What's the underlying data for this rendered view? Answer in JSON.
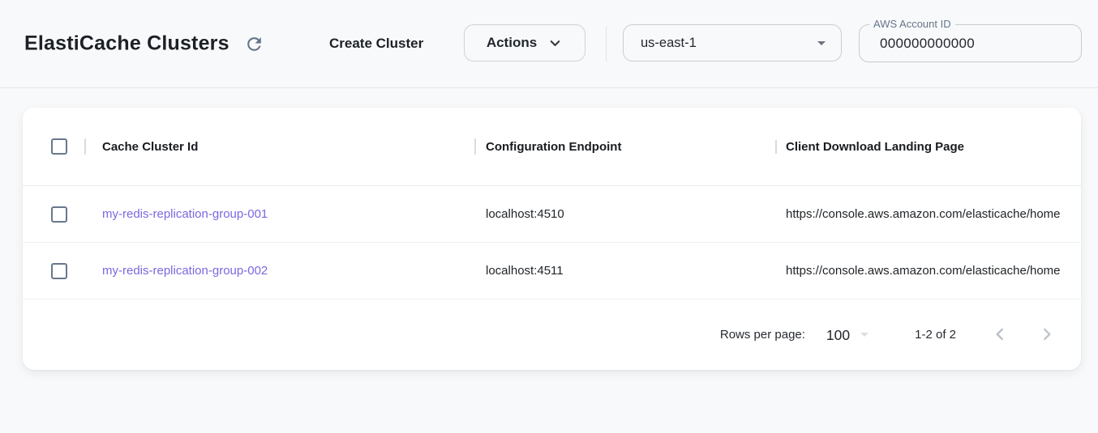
{
  "header": {
    "title": "ElastiCache Clusters",
    "create_cluster_label": "Create Cluster",
    "actions_label": "Actions",
    "region": "us-east-1",
    "account_id": {
      "label": "AWS Account ID",
      "value": "000000000000"
    }
  },
  "table": {
    "columns": {
      "cache_cluster_id": "Cache Cluster Id",
      "configuration_endpoint": "Configuration Endpoint",
      "client_download": "Client Download Landing Page"
    },
    "rows": [
      {
        "cache_cluster_id": "my-redis-replication-group-001",
        "configuration_endpoint": "localhost:4510",
        "client_download": "https://console.aws.amazon.com/elasticache/home"
      },
      {
        "cache_cluster_id": "my-redis-replication-group-002",
        "configuration_endpoint": "localhost:4511",
        "client_download": "https://console.aws.amazon.com/elasticache/home"
      }
    ]
  },
  "pagination": {
    "rows_per_page_label": "Rows per page:",
    "rows_per_page_value": "100",
    "range_label": "1-2 of 2"
  },
  "icons": {
    "refresh": "circular-arrow-clockwise",
    "actions_chevron": "chevron-down",
    "region_caret": "caret-down-filled",
    "rows_per_page_caret": "caret-down-filled",
    "prev_page": "chevron-left",
    "next_page": "chevron-right",
    "checkbox": "unchecked-square"
  },
  "colors": {
    "page_background": "#f8f9fa",
    "card_background": "#ffffff",
    "link": "#7b68e0",
    "icon_gray": "#64748b",
    "text_primary": "#1d2127",
    "border": "#ced3d9",
    "disabled_chevron": "#b9bfc6"
  }
}
